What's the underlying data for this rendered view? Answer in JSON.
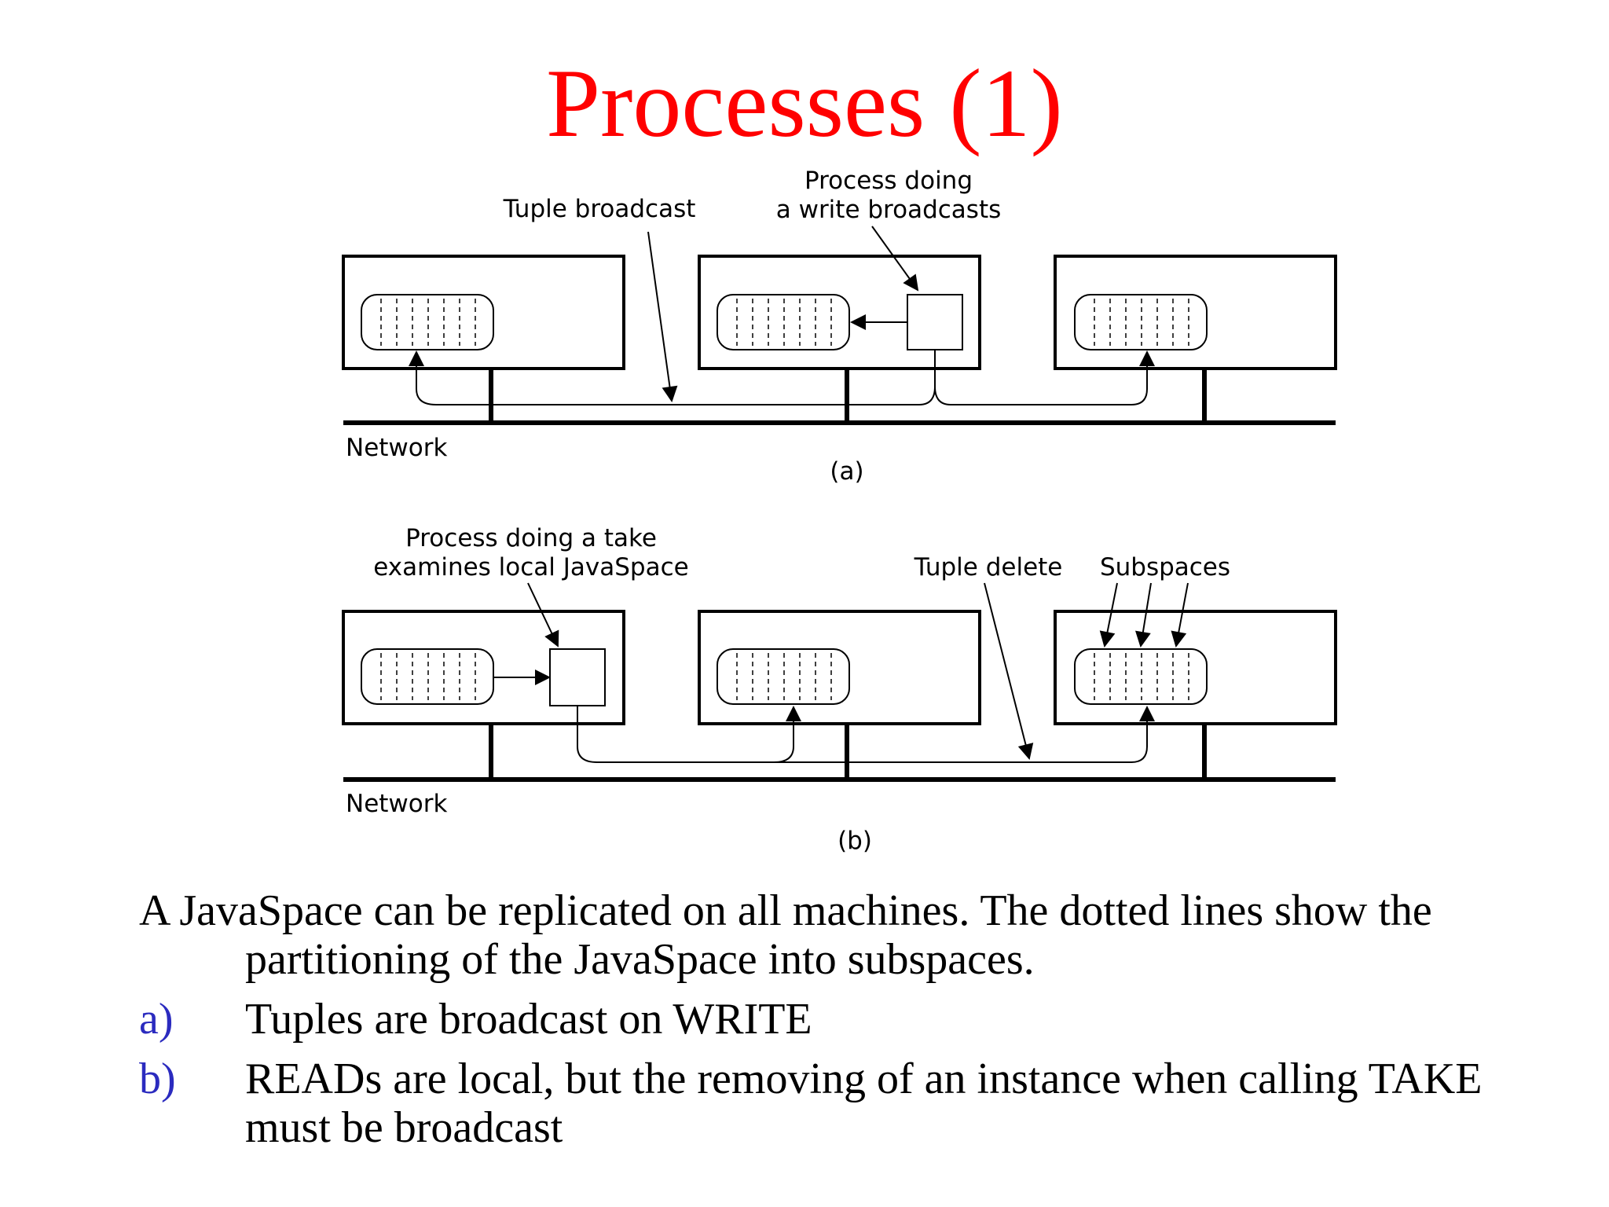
{
  "slide": {
    "title": "Processes (1)"
  },
  "diagram": {
    "a": {
      "label_tuple_broadcast": "Tuple broadcast",
      "label_process_write_line1": "Process doing",
      "label_process_write_line2": "a write broadcasts",
      "label_network": "Network",
      "caption": "(a)"
    },
    "b": {
      "label_process_take_line1": "Process doing a take",
      "label_process_take_line2": "examines local JavaSpace",
      "label_tuple_delete": "Tuple delete",
      "label_subspaces": "Subspaces",
      "label_network": "Network",
      "caption": "(b)"
    }
  },
  "body": {
    "paragraph": "A JavaSpace can be replicated on all machines.  The dotted lines show the partitioning of the JavaSpace into subspaces.",
    "items": [
      {
        "marker": "a)",
        "text": "Tuples are broadcast on WRITE"
      },
      {
        "marker": "b)",
        "text": "READs are local, but the removing of an instance when calling TAKE must be broadcast"
      }
    ]
  },
  "colors": {
    "title": "#ff0000",
    "list_marker": "#2b2bbf",
    "text": "#000000"
  }
}
